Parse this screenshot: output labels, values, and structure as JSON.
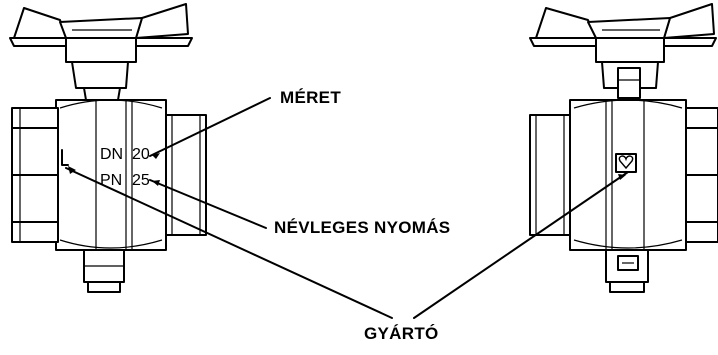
{
  "labels": {
    "size": "MÉRET",
    "nominal_pressure": "NÉVLEGES NYOMÁS",
    "manufacturer": "GYÁRTÓ"
  },
  "markings": {
    "dn_prefix": "DN",
    "dn_value": "20",
    "pn_prefix": "PN",
    "pn_value": "25"
  },
  "icons": {
    "manufacturer_logo": "heart-icon"
  }
}
